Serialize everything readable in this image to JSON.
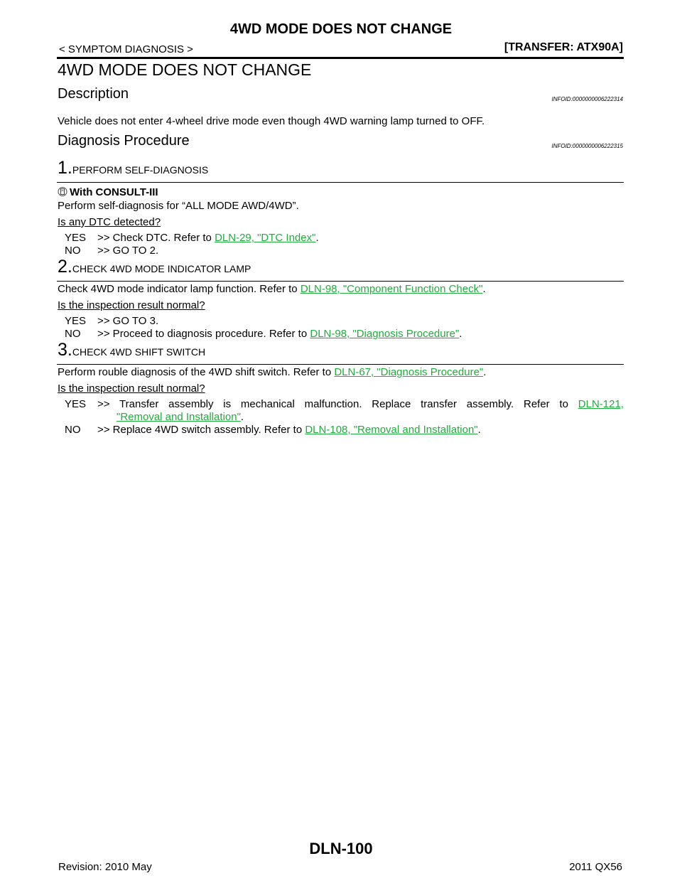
{
  "header": {
    "title": "4WD MODE DOES NOT CHANGE",
    "breadcrumb": "< SYMPTOM DIAGNOSIS >",
    "section": "[TRANSFER: ATX90A]"
  },
  "page_title": "4WD MODE DOES NOT CHANGE",
  "description": {
    "heading": "Description",
    "infoid": "INFOID:0000000006222314",
    "text": "Vehicle does not enter 4-wheel drive mode even though 4WD warning lamp turned to OFF."
  },
  "procedure": {
    "heading": "Diagnosis Procedure",
    "infoid": "INFOID:0000000006222315"
  },
  "steps": [
    {
      "num": "1.",
      "title": "PERFORM SELF-DIAGNOSIS",
      "tool": "With CONSULT-III",
      "instruction": "Perform self-diagnosis for “ALL MODE AWD/4WD”.",
      "question": "Is any DTC detected?",
      "yes_key": "YES",
      "yes_pre": ">> Check DTC. Refer to ",
      "yes_link": "DLN-29, \"DTC Index\"",
      "yes_post": ".",
      "no_key": "NO",
      "no_text": ">> GO TO 2."
    },
    {
      "num": "2.",
      "title": "CHECK 4WD MODE INDICATOR LAMP",
      "instruction_pre": "Check 4WD mode indicator lamp function. Refer to ",
      "instruction_link": "DLN-98, \"Component Function Check\"",
      "instruction_post": ".",
      "question": "Is the inspection result normal?",
      "yes_key": "YES",
      "yes_text": ">> GO TO 3.",
      "no_key": "NO",
      "no_pre": ">> Proceed to diagnosis procedure. Refer to ",
      "no_link": "DLN-98, \"Diagnosis Procedure\"",
      "no_post": "."
    },
    {
      "num": "3.",
      "title": "CHECK 4WD SHIFT SWITCH",
      "instruction_pre": "Perform rouble diagnosis of the 4WD shift switch. Refer to ",
      "instruction_link": "DLN-67, \"Diagnosis Procedure\"",
      "instruction_post": ".",
      "question": "Is the inspection result normal?",
      "yes_key": "YES",
      "yes_pre": ">> Transfer assembly is mechanical malfunction. Replace transfer assembly. Refer to ",
      "yes_link1": "DLN-121,",
      "yes_link2": "\"Removal and Installation\"",
      "yes_post": ".",
      "no_key": "NO",
      "no_pre": ">> Replace 4WD switch assembly. Refer to ",
      "no_link": "DLN-108, \"Removal and Installation\"",
      "no_post": "."
    }
  ],
  "footer": {
    "revision": "Revision: 2010 May",
    "page": "DLN-100",
    "model": "2011 QX56"
  },
  "colors": {
    "link": "#1fae3b",
    "text": "#000000"
  }
}
